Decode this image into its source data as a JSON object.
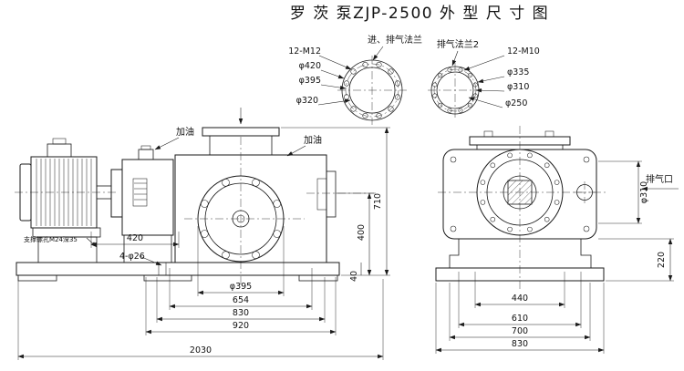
{
  "title": "罗 茨 泵ZJP-2500 外 型 尺 寸 图",
  "colors": {
    "line": "#1a1a1a",
    "background": "#ffffff"
  },
  "flange_inlet": {
    "label": "进、排气法兰",
    "bolt_spec": "12-M12",
    "dia_outer": "φ420",
    "dia_bolt_circle": "φ395",
    "dia_bore": "φ320"
  },
  "flange_exhaust": {
    "label": "排气法兰2",
    "bolt_spec": "12-M10",
    "dia_outer": "φ335",
    "dia_bolt_circle": "φ310",
    "dia_bore": "φ250"
  },
  "side_view": {
    "oil_label_1": "加油",
    "oil_label_2": "加油",
    "support_hole_label": "支撑螺孔M24深35",
    "foot_hole_label": "4-φ26",
    "dims": {
      "motor_span": "420",
      "cover_dia": "φ395",
      "w654": "654",
      "w830": "830",
      "w920": "920",
      "total_length": "2030",
      "total_height": "710",
      "h400": "400",
      "h40": "40"
    }
  },
  "front_view": {
    "exhaust_label": "排气口",
    "dims": {
      "w440": "440",
      "w610": "610",
      "w700": "700",
      "w830": "830",
      "h220": "220",
      "exhaust_dia": "φ310"
    }
  }
}
